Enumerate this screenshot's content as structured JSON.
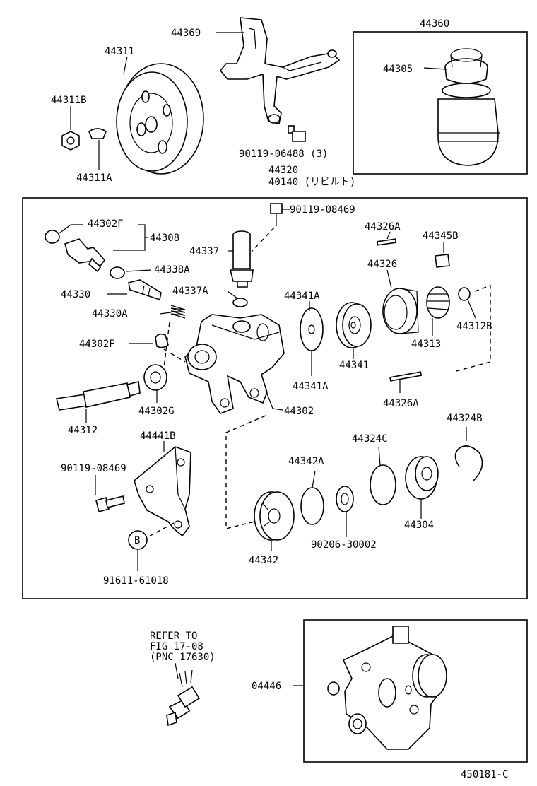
{
  "labels": {
    "p44369": "44369",
    "p44311": "44311",
    "p44311B": "44311B",
    "p44311A": "44311A",
    "p90119_06488": "90119-06488 (3)",
    "p44360": "44360",
    "p44305": "44305",
    "p44320": "44320",
    "p40140": "40140 (リビルト)",
    "p90119_08469_top": "90119-08469",
    "p44302F_top": "44302F",
    "p44308": "44308",
    "p44337": "44337",
    "p44338A": "44338A",
    "p44330": "44330",
    "p44337A": "44337A",
    "p44330A": "44330A",
    "p44302F_mid": "44302F",
    "p44326A_top": "44326A",
    "p44345B": "44345B",
    "p44326": "44326",
    "p44341A_top": "44341A",
    "p44312B": "44312B",
    "p44313": "44313",
    "p44341": "44341",
    "p44341A_bot": "44341A",
    "p44302G": "44302G",
    "p44302": "44302",
    "p44326A_bot": "44326A",
    "p44312": "44312",
    "p44441B": "44441B",
    "p44324B": "44324B",
    "p44324C": "44324C",
    "p44342A": "44342A",
    "p90119_08469_bot": "90119-08469",
    "p44304": "44304",
    "p90206_30002": "90206-30002",
    "p44342": "44342",
    "p91611_61018": "91611-61018",
    "circle_b": "B",
    "refer_line1": "REFER TO",
    "refer_line2": "FIG 17-08",
    "refer_line3": "(PNC 17630)",
    "p04446": "04446",
    "figure_code": "450181-C"
  }
}
